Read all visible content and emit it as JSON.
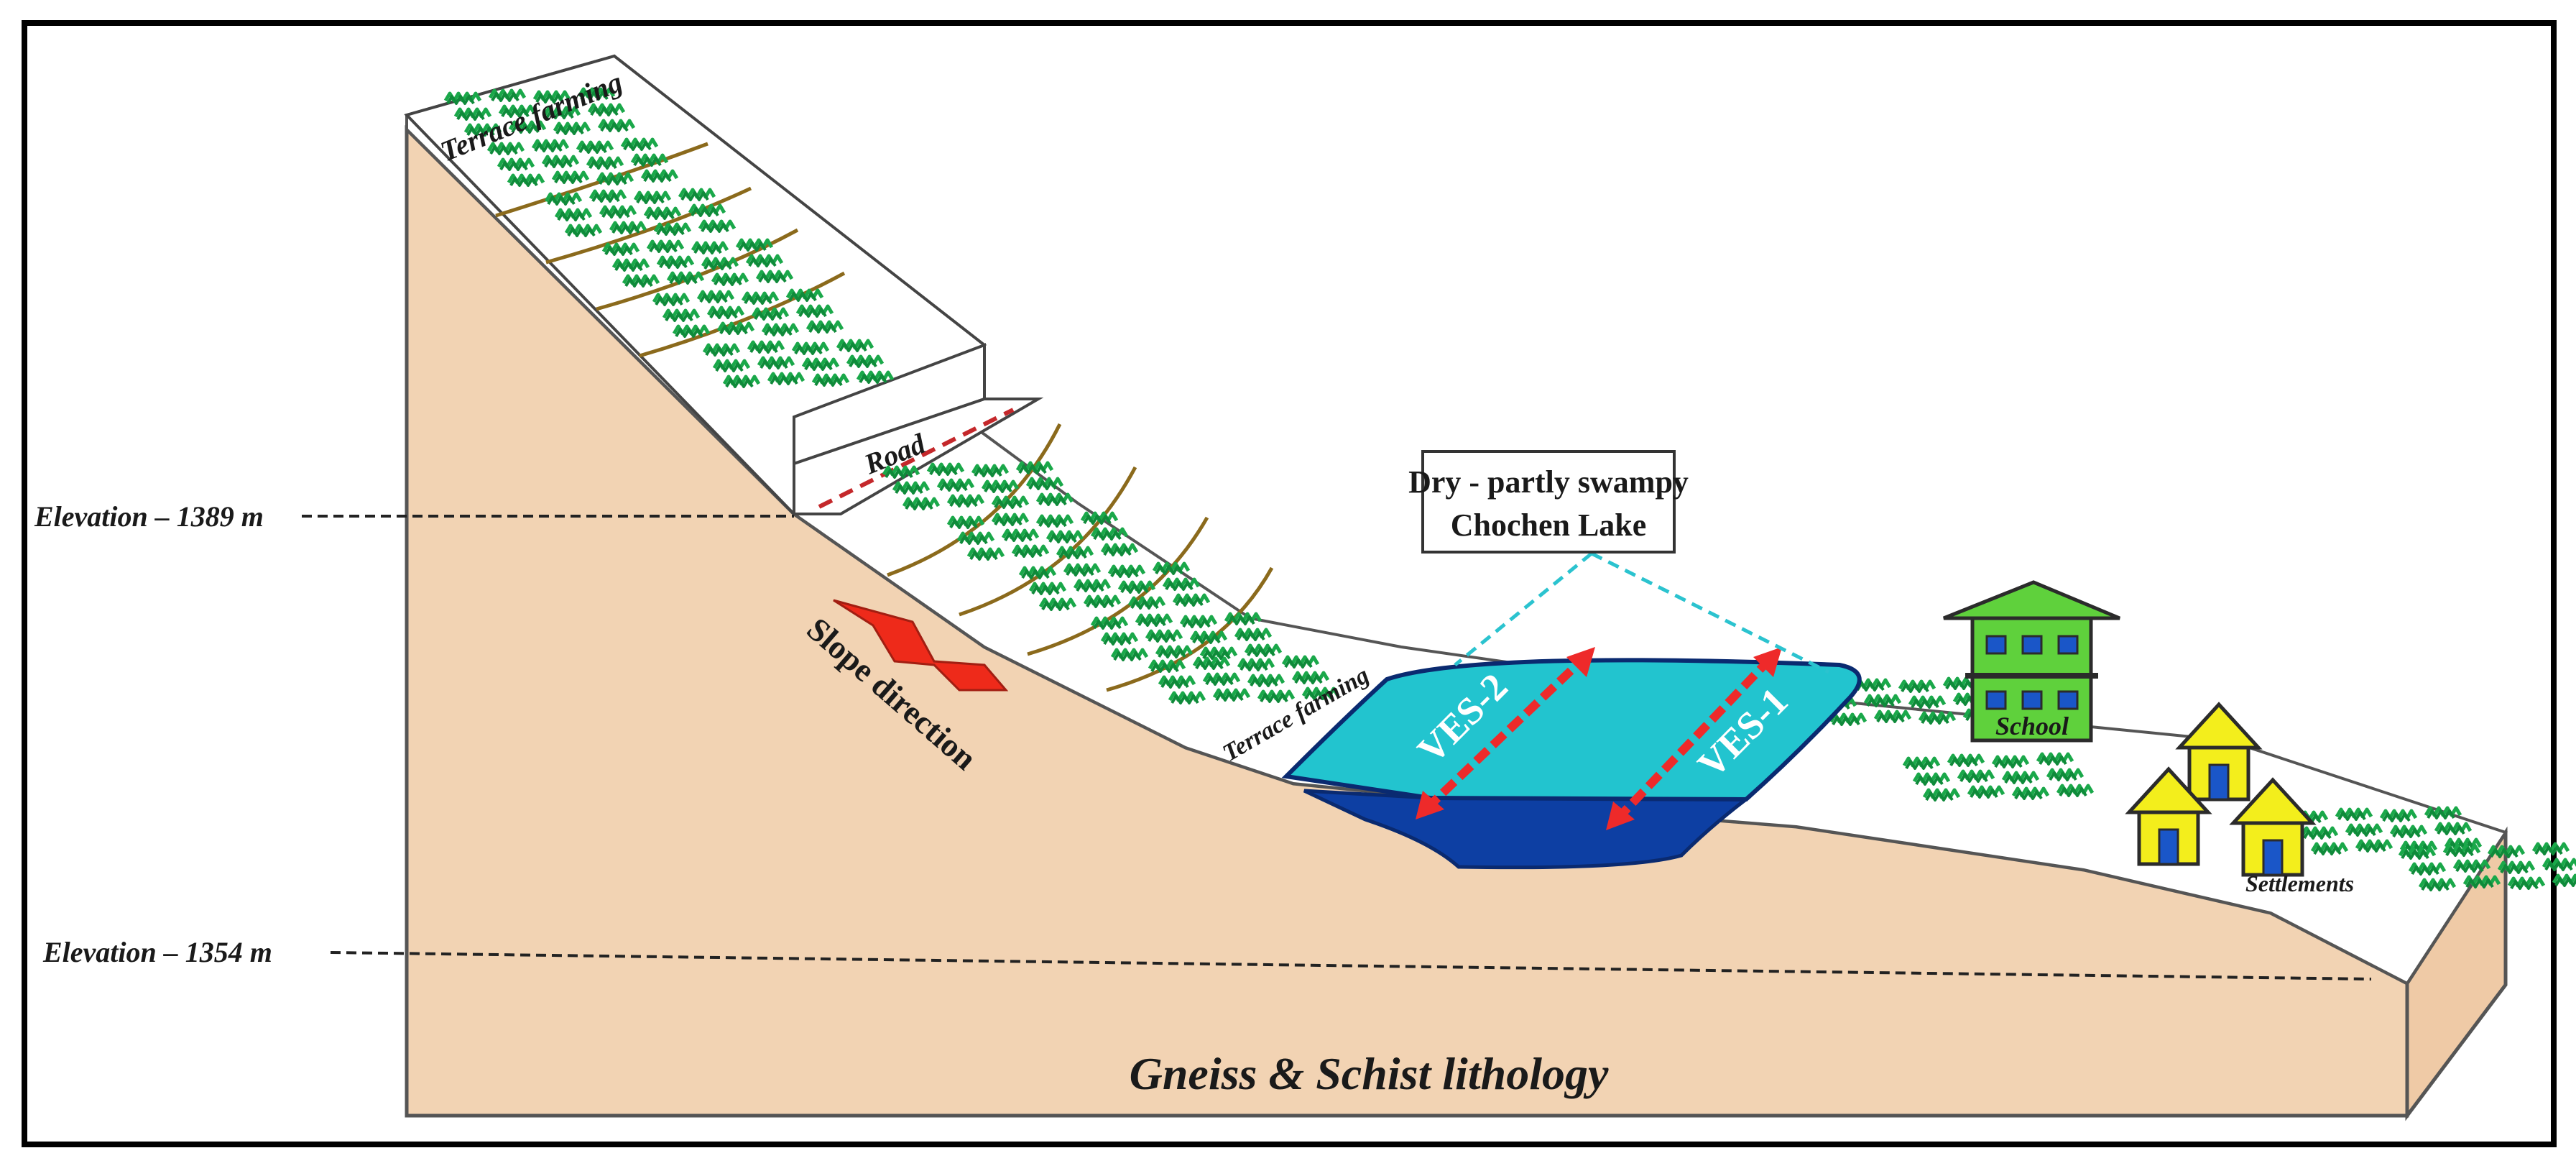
{
  "elevation_top": "Elevation – 1389 m",
  "elevation_bottom": "Elevation – 1354 m",
  "terrace_farming_top": "Terrace farming",
  "terrace_farming_mid": "Terrace farming",
  "road_label": "Road",
  "slope_direction": "Slope direction",
  "lake_box": {
    "line1": "Dry - partly swampy",
    "line2": "Chochen Lake"
  },
  "ves1": "VES-1",
  "ves2": "VES-2",
  "school": "School",
  "settlements": "Settlements",
  "lithology": "Gneiss & Schist lithology",
  "colors": {
    "soil": "#f2d3b3",
    "surface": "#ffffff",
    "lake_light": "#22c4cf",
    "lake_dark": "#0d3fa3",
    "vegetation": "#1aa84a",
    "terrace_line": "#8b6a1c",
    "school_green": "#5fd13c",
    "house_yellow": "#f3ee1c",
    "arrow_red": "#ee2a1a",
    "dashed_red": "#dd2a2a",
    "dashed_cyan": "#2bc3cf"
  }
}
